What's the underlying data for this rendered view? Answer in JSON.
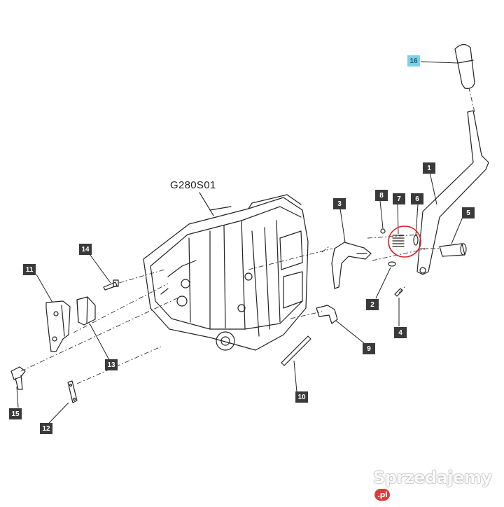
{
  "assembly_label": "G280S01",
  "callouts": [
    {
      "id": "callout-1",
      "text": "1"
    },
    {
      "id": "callout-2",
      "text": "2"
    },
    {
      "id": "callout-3",
      "text": "3"
    },
    {
      "id": "callout-4",
      "text": "4"
    },
    {
      "id": "callout-5",
      "text": "5"
    },
    {
      "id": "callout-6",
      "text": "6"
    },
    {
      "id": "callout-7",
      "text": "7"
    },
    {
      "id": "callout-8",
      "text": "8"
    },
    {
      "id": "callout-9",
      "text": "9"
    },
    {
      "id": "callout-10",
      "text": "10"
    },
    {
      "id": "callout-11",
      "text": "11"
    },
    {
      "id": "callout-12",
      "text": "12"
    },
    {
      "id": "callout-13",
      "text": "13"
    },
    {
      "id": "callout-14",
      "text": "14"
    },
    {
      "id": "callout-15",
      "text": "15"
    },
    {
      "id": "callout-16",
      "text": "16"
    }
  ],
  "highlighted_callout": "16",
  "highlight_color": "#7fd0e6",
  "marker_color": "#e02020",
  "watermark": {
    "text": "Sprzedajemy",
    "suffix": ".pl"
  }
}
